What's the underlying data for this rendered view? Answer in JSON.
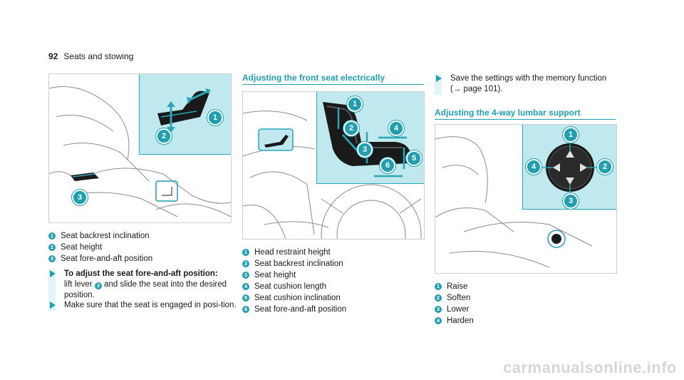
{
  "header": {
    "page_number": "92",
    "section": "Seats and stowing"
  },
  "col1": {
    "figure_badges": [
      "1",
      "2",
      "3"
    ],
    "legend": [
      {
        "n": "1",
        "text": "Seat backrest inclination"
      },
      {
        "n": "2",
        "text": "Seat height"
      },
      {
        "n": "3",
        "text": "Seat fore-and-aft position"
      }
    ],
    "step1": {
      "bold": "To adjust the seat fore-and-aft position:",
      "pre": "lift lever ",
      "ref": "3",
      "post": " and slide the seat into the desired position."
    },
    "step2": {
      "text": "Make sure that the seat is engaged in posi-tion."
    }
  },
  "col2": {
    "title": "Adjusting the front seat electrically",
    "figure_badges": [
      "1",
      "2",
      "3",
      "4",
      "5",
      "6"
    ],
    "legend": [
      {
        "n": "1",
        "text": "Head restraint height"
      },
      {
        "n": "2",
        "text": "Seat backrest inclination"
      },
      {
        "n": "3",
        "text": "Seat height"
      },
      {
        "n": "4",
        "text": "Seat cushion length"
      },
      {
        "n": "5",
        "text": "Seat cushion inclination"
      },
      {
        "n": "6",
        "text": "Seat fore-and-aft position"
      }
    ]
  },
  "col3": {
    "step": {
      "text": "Save the settings with the memory function",
      "ref": "(→ page 101)."
    },
    "title": "Adjusting the 4-way lumbar support",
    "figure_badges": [
      "1",
      "2",
      "3",
      "4"
    ],
    "legend": [
      {
        "n": "1",
        "text": "Raise"
      },
      {
        "n": "2",
        "text": "Soften"
      },
      {
        "n": "3",
        "text": "Lower"
      },
      {
        "n": "4",
        "text": "Harden"
      }
    ]
  },
  "watermark": "carmanualsonline.info",
  "colors": {
    "accent": "#1f9fb0",
    "inset": "#bfe9ee"
  }
}
